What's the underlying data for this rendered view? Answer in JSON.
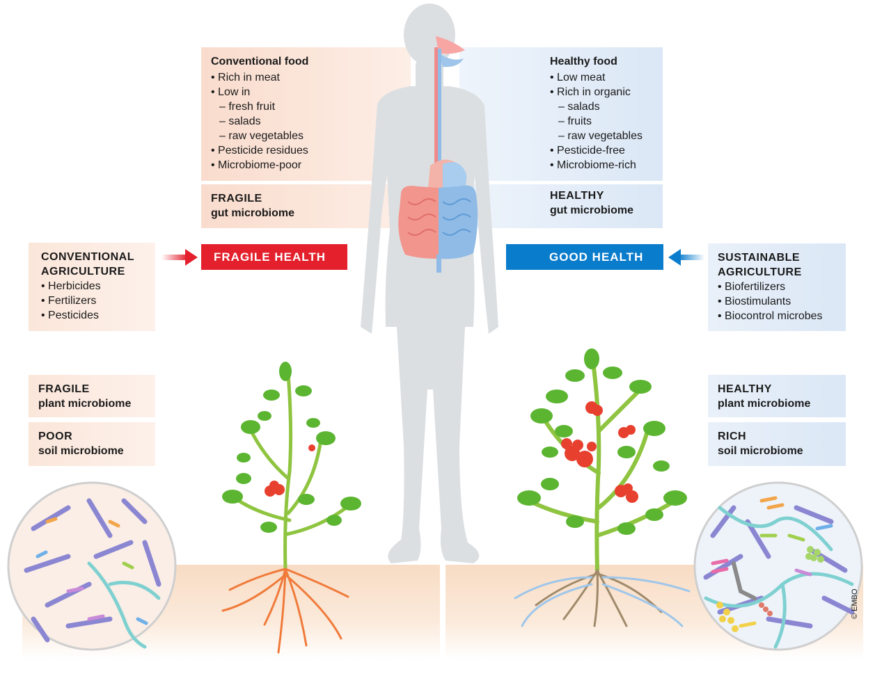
{
  "conventional_food": {
    "title": "Conventional food",
    "items": [
      {
        "text": "Rich in meat",
        "level": 1
      },
      {
        "text": "Low in",
        "level": 1
      },
      {
        "text": "fresh fruit",
        "level": 2
      },
      {
        "text": "salads",
        "level": 2
      },
      {
        "text": "raw vegetables",
        "level": 2
      },
      {
        "text": "Pesticide residues",
        "level": 1
      },
      {
        "text": "Microbiome-poor",
        "level": 1
      }
    ]
  },
  "healthy_food": {
    "title": "Healthy food",
    "items": [
      {
        "text": "Low meat",
        "level": 1
      },
      {
        "text": "Rich in organic",
        "level": 1
      },
      {
        "text": "salads",
        "level": 2
      },
      {
        "text": "fruits",
        "level": 2
      },
      {
        "text": "raw vegetables",
        "level": 2
      },
      {
        "text": "Pesticide-free",
        "level": 1
      },
      {
        "text": "Microbiome-rich",
        "level": 1
      }
    ]
  },
  "fragile_gut": {
    "line1": "FRAGILE",
    "line2": "gut microbiome"
  },
  "healthy_gut": {
    "line1": "HEALTHY",
    "line2": "gut microbiome"
  },
  "fragile_health": {
    "label": "FRAGILE HEALTH",
    "color": "#e3202c"
  },
  "good_health": {
    "label": "GOOD HEALTH",
    "color": "#0a7ccc"
  },
  "conventional_agriculture": {
    "line1": "CONVENTIONAL",
    "line2": "AGRICULTURE",
    "items": [
      "Herbicides",
      "Fertilizers",
      "Pesticides"
    ]
  },
  "sustainable_agriculture": {
    "line1": "SUSTAINABLE",
    "line2": "AGRICULTURE",
    "items": [
      "Biofertilizers",
      "Biostimulants",
      "Biocontrol microbes"
    ]
  },
  "fragile_plant": {
    "line1": "FRAGILE",
    "line2": "plant microbiome"
  },
  "poor_soil": {
    "line1": "POOR",
    "line2": "soil microbiome"
  },
  "healthy_plant": {
    "line1": "HEALTHY",
    "line2": "plant microbiome"
  },
  "rich_soil": {
    "line1": "RICH",
    "line2": "soil microbiome"
  },
  "credit": "© EMBO"
}
